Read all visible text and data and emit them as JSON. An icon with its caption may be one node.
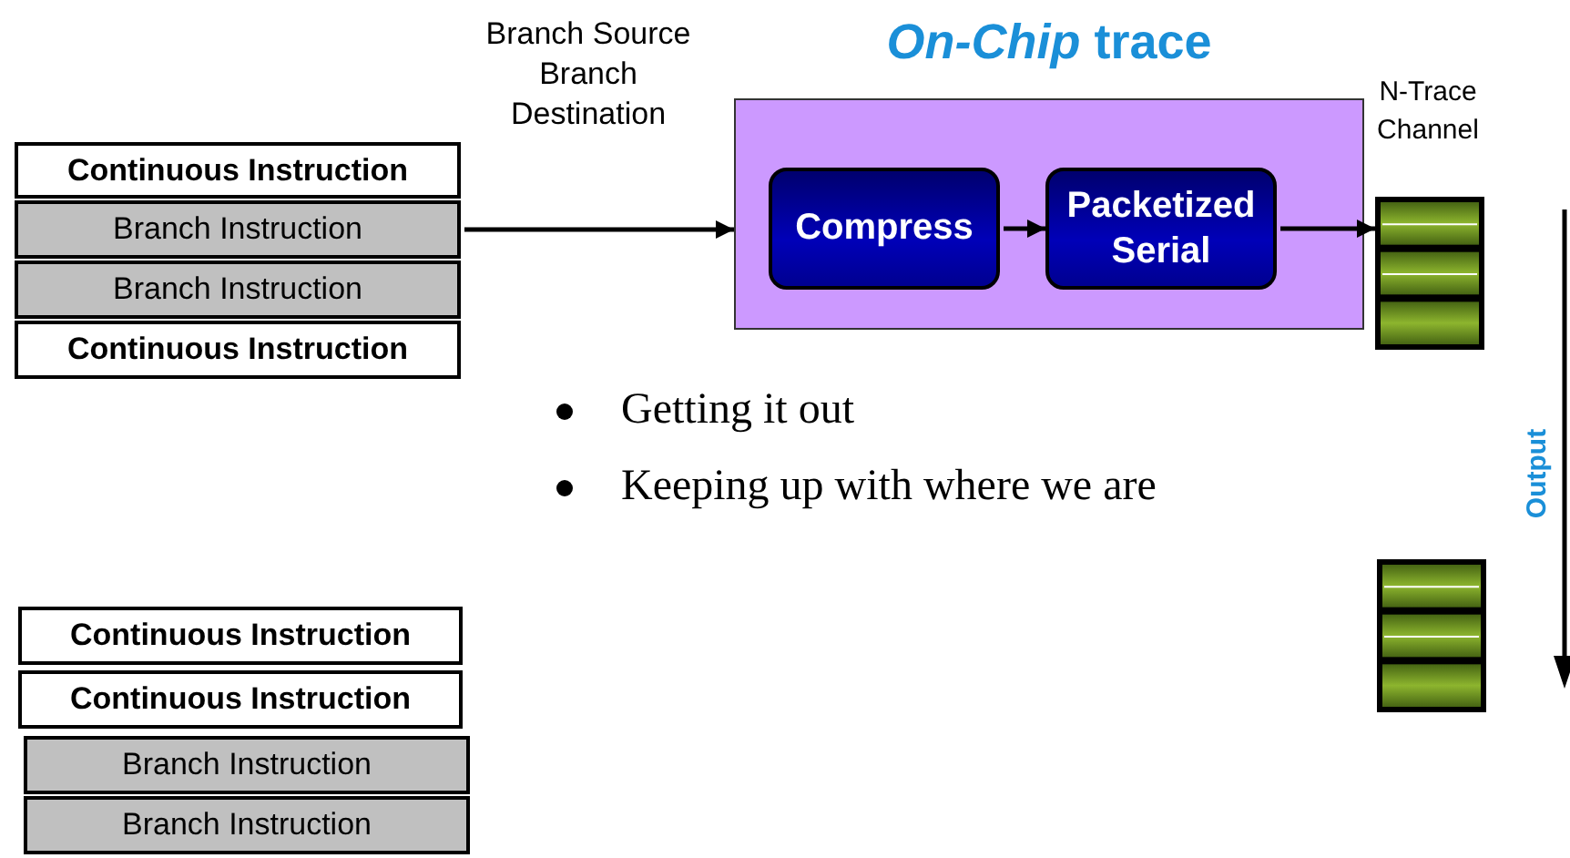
{
  "diagram": {
    "nodes": [
      {
        "text": [
          "Continuous Instruction"
        ]
      },
      {
        "text": [
          "Branch Instruction"
        ]
      },
      {
        "text": [
          "Branch Instruction"
        ]
      },
      {
        "text": [
          "Continuous Instruction"
        ]
      },
      {
        "text": [
          "*On-Chip* trace"
        ]
      },
      {
        "text": [
          "Compress"
        ],
        "in": 4
      },
      {
        "text": [
          "Packetized Serial"
        ],
        "in": 4
      },
      {
        "text": [
          "N-Trace Channel"
        ]
      },
      {
        "text": [],
        "shape": "box"
      },
      {
        "text": [
          "Continuous Instruction"
        ]
      },
      {
        "text": [
          "Continuous Instruction"
        ]
      },
      {
        "text": [
          "Branch Instruction"
        ]
      },
      {
        "text": [
          "Branch Instruction"
        ]
      }
    ],
    "edges": [
      {
        "from": 1,
        "to": 4,
        "arrow": "to",
        "label": "Branch Source Branch Destination"
      },
      {
        "from": 5,
        "to": 6,
        "arrow": "to"
      },
      {
        "from": 6,
        "to": 7,
        "arrow": "to"
      }
    ],
    "labels": [
      "Getting it out",
      "Keeping up with where we are",
      "Output"
    ]
  }
}
